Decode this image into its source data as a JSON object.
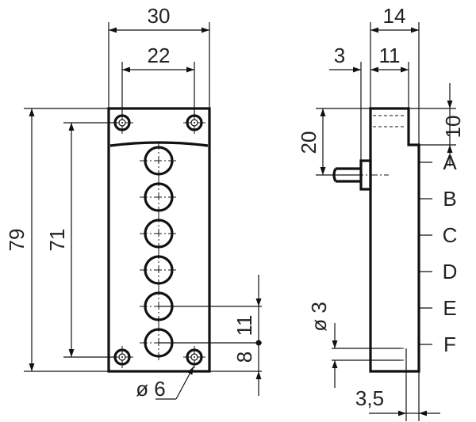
{
  "front_view": {
    "dims": {
      "overall_width": "30",
      "hole_spacing_width": "22",
      "overall_height": "79",
      "hole_spacing_height": "71",
      "pitch": "11",
      "edge_offset": "8",
      "hole_diameter": "ø 6"
    }
  },
  "side_view": {
    "dims": {
      "overall_depth": "14",
      "shaft_offset": "3",
      "body_depth": "11",
      "shaft_height": "20",
      "step": "10",
      "pin_diameter": "ø 3",
      "pin_offset": "3,5"
    },
    "positions": [
      "A",
      "B",
      "C",
      "D",
      "E",
      "F"
    ]
  }
}
